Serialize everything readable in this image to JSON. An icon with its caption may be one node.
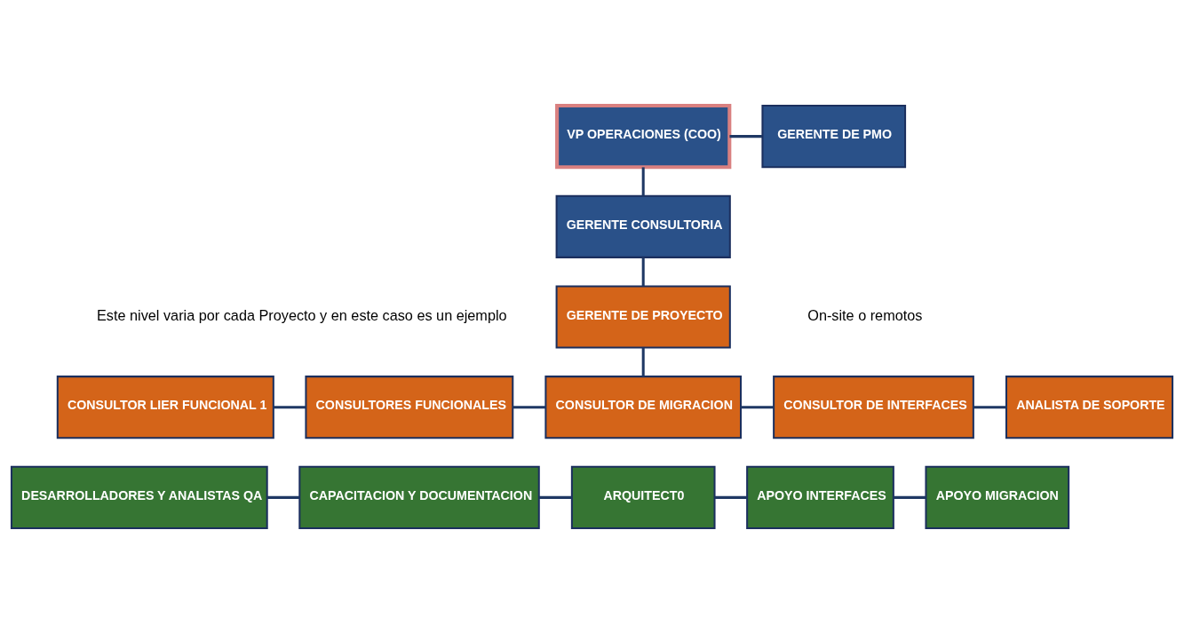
{
  "diagram": {
    "nodes": [
      {
        "text": [
          "VP OPERACIONES (COO)"
        ]
      },
      {
        "text": [
          "GERENTE DE PMO"
        ]
      },
      {
        "text": [
          "GERENTE CONSULTORIA"
        ]
      },
      {
        "text": [
          "GERENTE DE PROYECTO"
        ]
      },
      {
        "text": [
          "CONSULTOR LIER FUNCIONAL 1"
        ]
      },
      {
        "text": [
          "CONSULTORES FUNCIONALES"
        ]
      },
      {
        "text": [
          "CONSULTOR DE MIGRACION"
        ]
      },
      {
        "text": [
          "CONSULTOR DE INTERFACES"
        ]
      },
      {
        "text": [
          "ANALISTA DE SOPORTE"
        ]
      },
      {
        "text": [
          "DESARROLLADORES Y ANALISTAS QA"
        ]
      },
      {
        "text": [
          "CAPACITACION Y DOCUMENTACION"
        ]
      },
      {
        "text": [
          "ARQUITECT0"
        ]
      },
      {
        "text": [
          "APOYO INTERFACES"
        ]
      },
      {
        "text": [
          "APOYO MIGRACION"
        ]
      }
    ],
    "edges": [
      {
        "from": 0,
        "to": 2,
        "arrow": "none"
      },
      {
        "from": 0,
        "to": 1,
        "arrow": "none"
      },
      {
        "from": 2,
        "to": 3,
        "arrow": "none"
      },
      {
        "from": 3,
        "to": 6,
        "arrow": "none"
      },
      {
        "from": 4,
        "to": 5,
        "arrow": "none"
      },
      {
        "from": 5,
        "to": 6,
        "arrow": "none"
      },
      {
        "from": 6,
        "to": 7,
        "arrow": "none"
      },
      {
        "from": 7,
        "to": 8,
        "arrow": "none"
      },
      {
        "from": 9,
        "to": 10,
        "arrow": "none"
      },
      {
        "from": 10,
        "to": 11,
        "arrow": "none"
      },
      {
        "from": 11,
        "to": 12,
        "arrow": "none"
      },
      {
        "from": 12,
        "to": 13,
        "arrow": "none"
      }
    ],
    "labels": [
      "Este nivel varia por cada Proyecto y en este caso es un ejemplo",
      "On-site o remotos"
    ]
  }
}
